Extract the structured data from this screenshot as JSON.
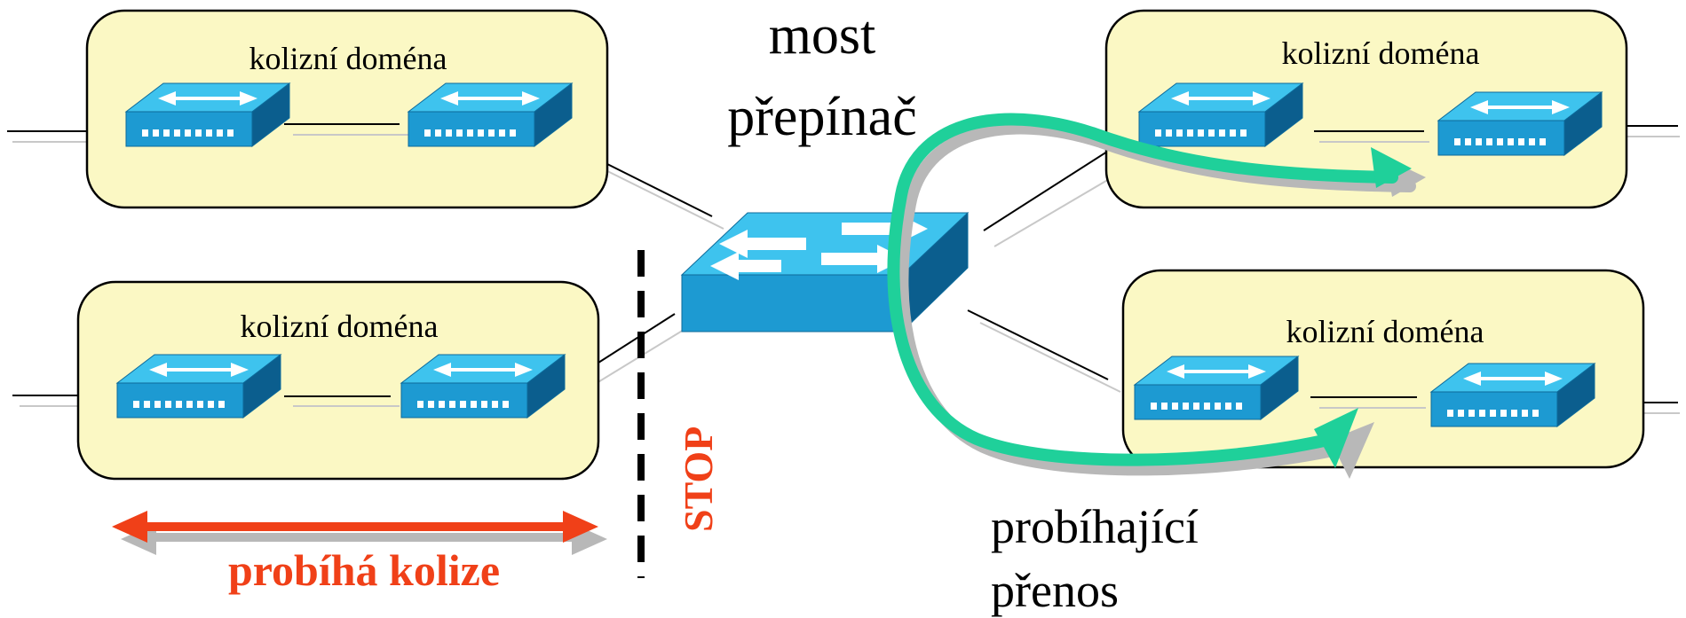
{
  "bridge": {
    "title_line1": "most",
    "title_line2": "přepínač"
  },
  "domains": [
    {
      "label": "kolizní doména"
    },
    {
      "label": "kolizní doména"
    },
    {
      "label": "kolizní doména"
    },
    {
      "label": "kolizní doména"
    }
  ],
  "collision": {
    "label": "probíhá kolize",
    "stop_label": "STOP"
  },
  "transfer": {
    "line1": "probíhající",
    "line2": "přenos"
  },
  "colors": {
    "domain_fill": "#fbf8c4",
    "switch_top": "#3ec3ee",
    "switch_front": "#1d9ad2",
    "switch_side": "#0b5e8e",
    "collision_red": "#f04018",
    "transfer_green": "#1fd09a",
    "shadow_grey": "#b8b8b8"
  }
}
